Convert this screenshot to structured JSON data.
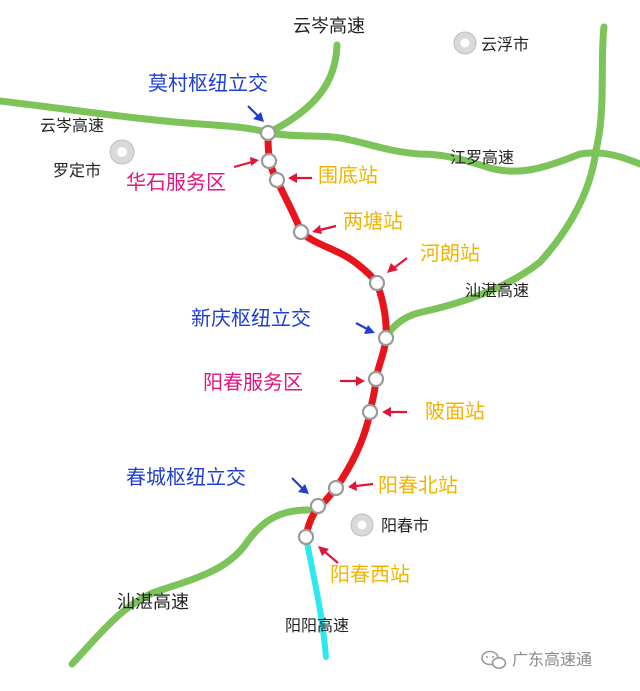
{
  "map": {
    "highways": {
      "yuncen_top": "云岑高速",
      "yuncen_left": "云岑高速",
      "jiangluo": "江罗高速",
      "shanzhan_right": "汕湛高速",
      "shanzhan_left": "汕湛高速",
      "yangyang": "阳阳高速"
    },
    "cities": {
      "yunfu": "云浮市",
      "luoding": "罗定市",
      "yangchun": "阳春市"
    },
    "hubs": {
      "mocun": "莫村枢纽立交",
      "xinqing": "新庆枢纽立交",
      "chuncheng": "春城枢纽立交"
    },
    "service_areas": {
      "huashi": "华石服务区",
      "yangchun": "阳春服务区"
    },
    "stations": {
      "weidi": "围底站",
      "liangtang": "两塘站",
      "helang": "河朗站",
      "lingmian": "陂面站",
      "yangchun_north": "阳春北站",
      "yangchun_west": "阳春西站"
    },
    "watermark": "广东高速通",
    "colors": {
      "highway": "#7cc35a",
      "featured_road": "#e8141c",
      "yangyang_road": "#2ee8f0",
      "hub_label": "#1f3fd0",
      "service_label": "#e0157f",
      "station_label": "#f0b400"
    }
  }
}
